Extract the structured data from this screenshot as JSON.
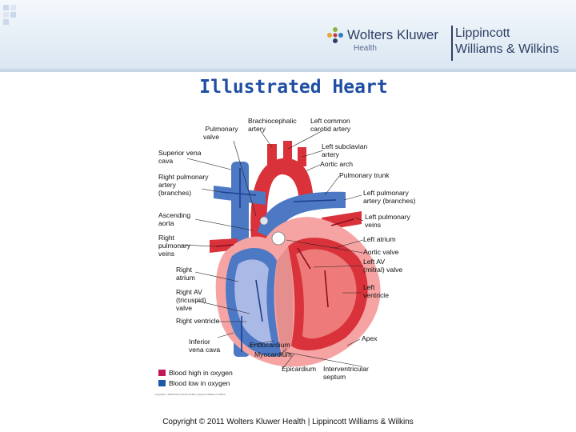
{
  "header": {
    "company": "Wolters Kluwer",
    "division": "Health",
    "brand_line1": "Lippincott",
    "brand_line2": "Williams & Wilkins"
  },
  "slide": {
    "title": "Illustrated Heart",
    "copyright": "Copyright © 2011 Wolters Kluwer Health | Lippincott Williams & Wilkins"
  },
  "diagram": {
    "labels": {
      "pulmonary_valve": [
        "Pulmonary",
        "valve"
      ],
      "brachiocephalic_artery": [
        "Brachiocephalic",
        "artery"
      ],
      "left_common_carotid": [
        "Left common",
        "carotid artery"
      ],
      "left_subclavian": [
        "Left subclavian",
        "artery"
      ],
      "aortic_arch": [
        "Aortic arch"
      ],
      "superior_vena_cava": [
        "Superior vena",
        "cava"
      ],
      "pulmonary_trunk": [
        "Pulmonary trunk"
      ],
      "right_pulmonary_artery": [
        "Right pulmonary",
        "artery",
        "(branches)"
      ],
      "left_pulmonary_artery": [
        "Left pulmonary",
        "artery (branches)"
      ],
      "ascending_aorta": [
        "Ascending",
        "aorta"
      ],
      "left_pulmonary_veins": [
        "Left pulmonary",
        "veins"
      ],
      "right_pulmonary_veins": [
        "Right",
        "pulmonary",
        "veins"
      ],
      "left_atrium": [
        "Left atrium"
      ],
      "aortic_valve": [
        "Aortic valve"
      ],
      "left_av_valve": [
        "Left AV",
        "(mitral) valve"
      ],
      "right_atrium": [
        "Right",
        "atrium"
      ],
      "left_ventricle": [
        "Left",
        "ventricle"
      ],
      "right_av_valve": [
        "Right AV",
        "(tricuspid)",
        "valve"
      ],
      "right_ventricle": [
        "Right ventricle"
      ],
      "inferior_vena_cava": [
        "Inferior",
        "vena cava"
      ],
      "endocardium": [
        "Endocardium"
      ],
      "apex": [
        "Apex"
      ],
      "myocardium": [
        "Myocardium"
      ],
      "epicardium": [
        "Epicardium"
      ],
      "interventricular_septum": [
        "Interventricular",
        "septum"
      ]
    },
    "legend": [
      {
        "label": "Blood high in oxygen",
        "color": "#c2185b"
      },
      {
        "label": "Blood low in oxygen",
        "color": "#1c5aa6"
      }
    ],
    "fine_print": "Copyright © 2008 Wolters Kluwer Health | Lippincott Williams & Wilkins"
  }
}
